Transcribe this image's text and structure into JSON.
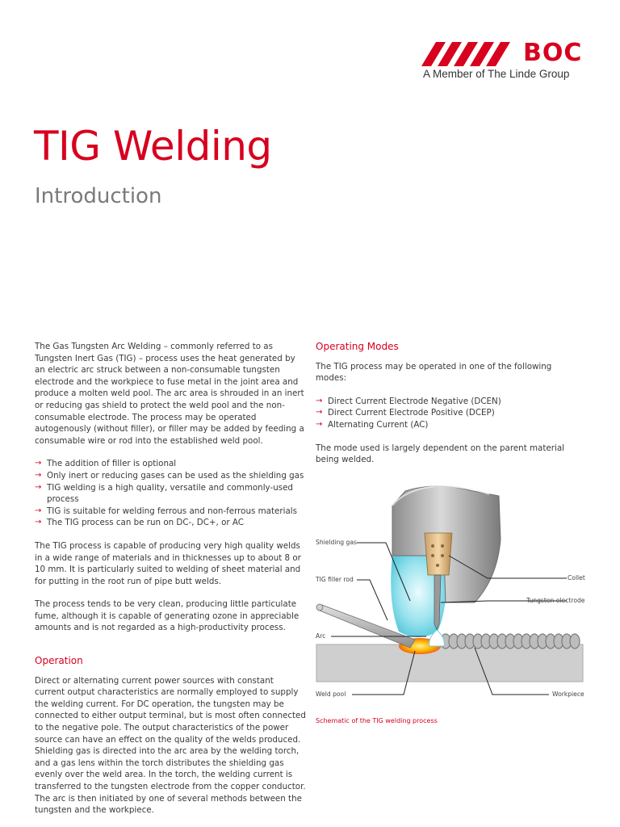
{
  "logo": {
    "brand": "BOC",
    "tagline": "A Member of The Linde Group"
  },
  "title": "TIG Welding",
  "subtitle": "Introduction",
  "left": {
    "intro": "The Gas Tungsten Arc Welding – commonly referred to as Tungsten Inert Gas (TIG) – process uses the heat generated by an electric arc struck between a non-consumable tungsten electrode and the workpiece to fuse metal in the joint area and produce a molten weld pool. The arc area is shrouded in an inert or reducing gas shield to protect the weld pool and the non-consumable electrode. The process may be operated autogenously (without filler), or filler may be added by feeding a consumable wire or rod into the established weld pool.",
    "bullets": [
      "The addition of filler is optional",
      "Only inert or reducing gases can be used as the shielding gas",
      "TIG welding is a high quality, versatile and commonly-used process",
      "TIG is suitable for welding ferrous and non-ferrous materials",
      "The TIG process can be run on DC-, DC+, or AC"
    ],
    "para2": "The TIG process is capable of producing very high quality welds in a wide range of materials and in thicknesses up to about 8 or 10 mm. It is particularly suited to welding of sheet material and for putting in the root run of pipe butt welds.",
    "para3": "The process tends to be very clean, producing little particulate fume, although it is capable of generating ozone in appreciable amounts and is not regarded as a high-productivity process.",
    "operation_heading": "Operation",
    "operation_text": "Direct or alternating current power sources with constant current output characteristics are normally employed to supply the welding current. For DC operation, the tungsten may be connected to either output terminal, but is most often connected to the negative pole. The output characteristics of the power source can have an effect on the quality of the welds produced. Shielding gas is directed into the arc area by the welding torch, and a gas lens within the torch distributes the shielding gas evenly over the weld area. In the torch, the welding current is transferred to the tungsten electrode from the copper conductor. The arc is then initiated by one of several methods between the tungsten and the workpiece."
  },
  "right": {
    "modes_heading": "Operating Modes",
    "modes_intro": "The TIG process may be operated in one of the following modes:",
    "modes": [
      "Direct Current Electrode Negative (DCEN)",
      "Direct Current Electrode Positive (DCEP)",
      "Alternating Current (AC)"
    ],
    "modes_note": "The mode used is largely dependent on the parent material being welded."
  },
  "diagram": {
    "labels": {
      "shielding_gas": "Shielding gas",
      "filler_rod": "TIG filler rod",
      "collet": "Collet",
      "electrode": "Tungsten electrode",
      "arc": "Arc",
      "weld_pool": "Weld pool",
      "workpiece": "Workpiece"
    },
    "caption": "Schematic of the TIG welding process"
  },
  "colors": {
    "accent": "#d7001e",
    "text": "#3a3a3a",
    "subtitle": "#7a7a7a"
  }
}
